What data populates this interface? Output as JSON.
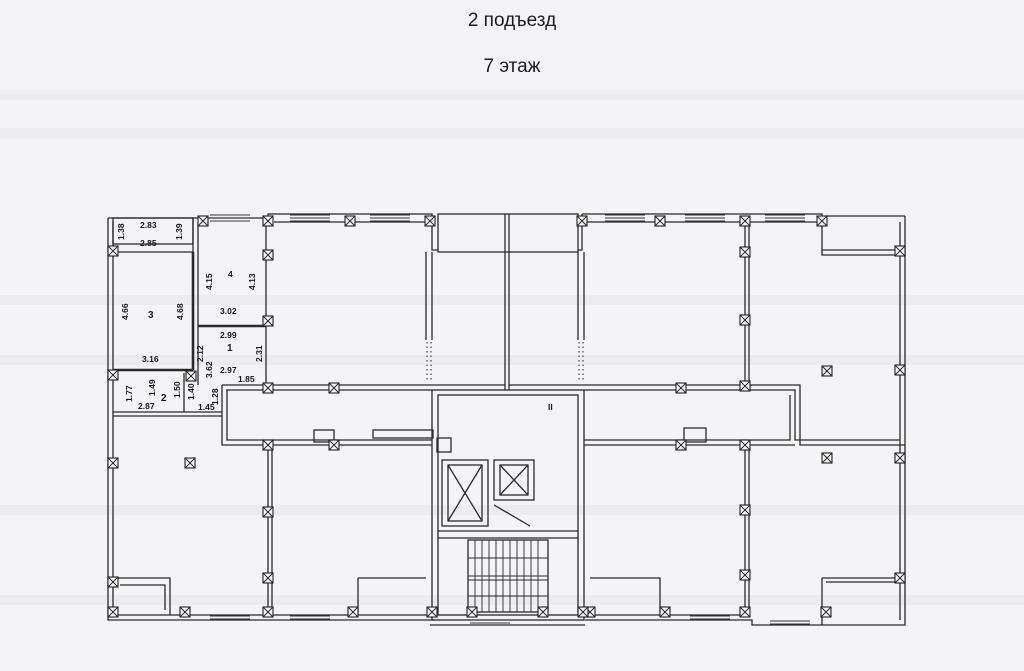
{
  "header": {
    "entrance": "2 подъезд",
    "floor": "7 этаж"
  },
  "plan": {
    "apartment_rooms": [
      {
        "id": "1",
        "label": "1",
        "dims": [
          "2.99",
          "2.12",
          "2.31",
          "3.62",
          "2.97",
          "1.85"
        ]
      },
      {
        "id": "2",
        "label": "2",
        "dims": [
          "1.77",
          "1.49",
          "1.50",
          "1.40",
          "2.87",
          "1.45",
          "1.28"
        ]
      },
      {
        "id": "3",
        "label": "3",
        "dims": [
          "4.66",
          "4.68",
          "3.16"
        ]
      },
      {
        "id": "4",
        "label": "4",
        "dims": [
          "4.15",
          "4.13",
          "3.02"
        ]
      },
      {
        "id": "balcony",
        "label": "",
        "dims": [
          "2.83",
          "2.85",
          "1.38",
          "1.39"
        ]
      }
    ],
    "stair_hall_label": "II",
    "dim_labels": {
      "d283": "2.83",
      "d285": "2.85",
      "d138": "1.38",
      "d139": "1.39",
      "d466": "4.66",
      "d468": "4.68",
      "r3": "3",
      "d316": "3.16",
      "d415": "4.15",
      "d413": "4.13",
      "r4": "4",
      "d302": "3.02",
      "d299": "2.99",
      "r1": "1",
      "d212": "2.12",
      "d231": "2.31",
      "d362": "3.62",
      "d297": "2.97",
      "d185": "1.85",
      "d177": "1.77",
      "d149": "1.49",
      "r2": "2",
      "d150": "1.50",
      "d140": "1.40",
      "d287": "2.87",
      "d145": "1.45",
      "d128": "1.28"
    }
  }
}
